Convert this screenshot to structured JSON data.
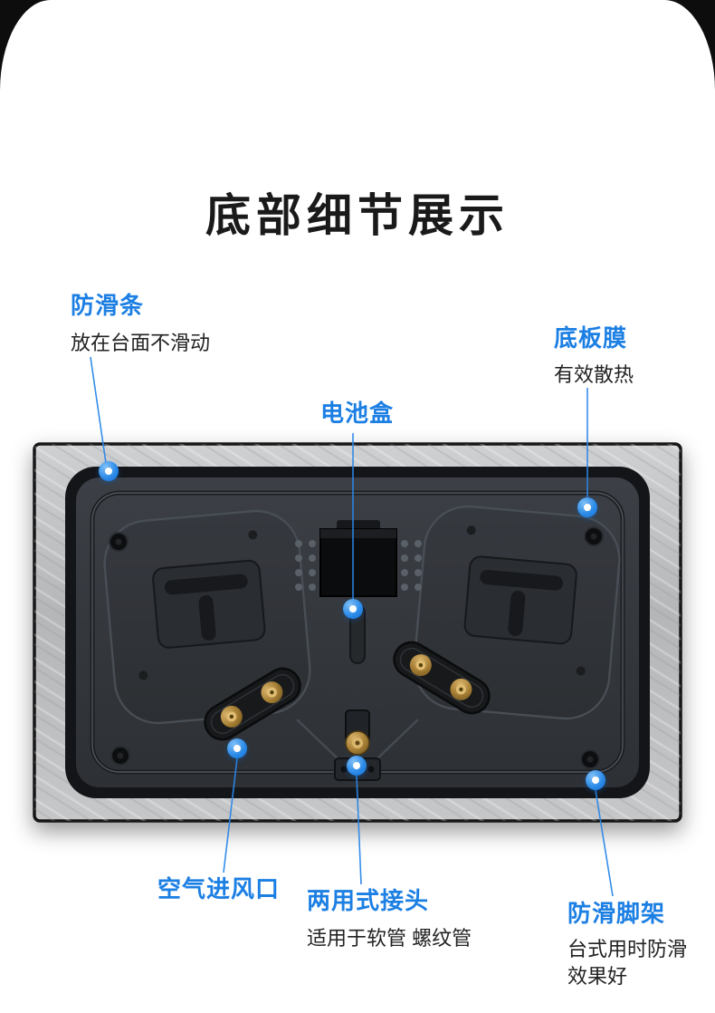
{
  "colors": {
    "accent": "#1c7fe3",
    "line": "#2a87e8",
    "marker": "#2d8ce8",
    "title": "#1a1a1a",
    "desc": "#222222",
    "page_background": "#0d0d0d",
    "card_background": "#ffffff"
  },
  "title": "底部细节展示",
  "callouts": [
    {
      "label": "防滑条",
      "desc": "放在台面不滑动"
    },
    {
      "label": "底板膜",
      "desc": "有效散热"
    },
    {
      "label": "电池盒"
    },
    {
      "label": "空气进风口"
    },
    {
      "label": "两用式接头",
      "desc": "适用于软管 螺纹管"
    },
    {
      "label": "防滑脚架",
      "desc": "台式用时防滑 效果好"
    }
  ]
}
